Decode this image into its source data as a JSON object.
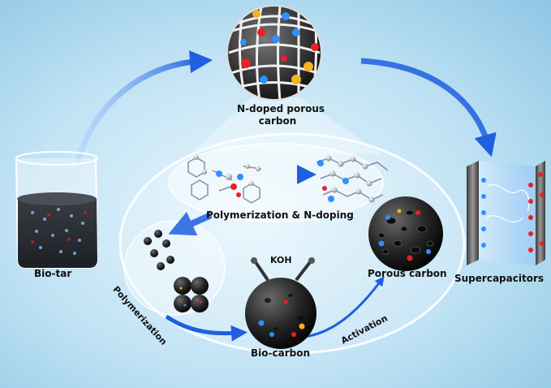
{
  "labels": {
    "biotar": "Bio-tar",
    "ndoped_line1": "N-doped porous",
    "ndoped_line2": "carbon",
    "polymerization_ndoping": "Polymerization & N-doping",
    "polymerization": "Polymerization",
    "koh": "KOH",
    "biocarbon": "Bio-carbon",
    "activation": "Activation",
    "porous_carbon": "Porous carbon",
    "supercapacitors": "Supercapacitors"
  },
  "colors": {
    "arrow_blue": "#1f5fe0",
    "nitrogen_blue": "#2f8fff",
    "oxygen_red": "#e8202a",
    "dopant_yellow": "#f2b322",
    "carbon_dark": "#2a2a2a"
  }
}
